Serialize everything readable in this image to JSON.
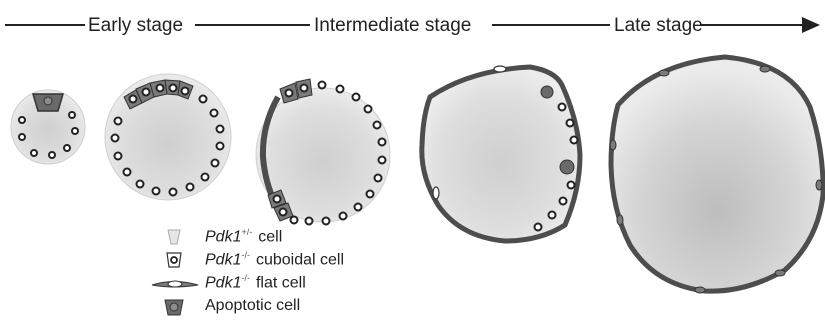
{
  "stages": [
    {
      "label": "Early stage"
    },
    {
      "label": "Intermediate stage"
    },
    {
      "label": "Late stage"
    }
  ],
  "legend": [
    {
      "gene": "Pdk1",
      "sup": "+/-",
      "text": "cell",
      "icon": "pdk1-positive-cell-icon"
    },
    {
      "gene": "Pdk1",
      "sup": "-/-",
      "text": "cuboidal cell",
      "icon": "cuboidal-cell-icon"
    },
    {
      "gene": "Pdk1",
      "sup": "-/-",
      "text": "flat cell",
      "icon": "flat-cell-icon"
    },
    {
      "gene": "",
      "sup": "",
      "text": "Apoptotic cell",
      "icon": "apoptotic-cell-icon"
    }
  ],
  "colors": {
    "cyst_fill": "#d9d9d9",
    "cyst_edge": "#555555",
    "cell_ring": "#1a1a1a",
    "apoptotic": "#6a6a6a",
    "flat_cell": "#7a7a7a"
  }
}
